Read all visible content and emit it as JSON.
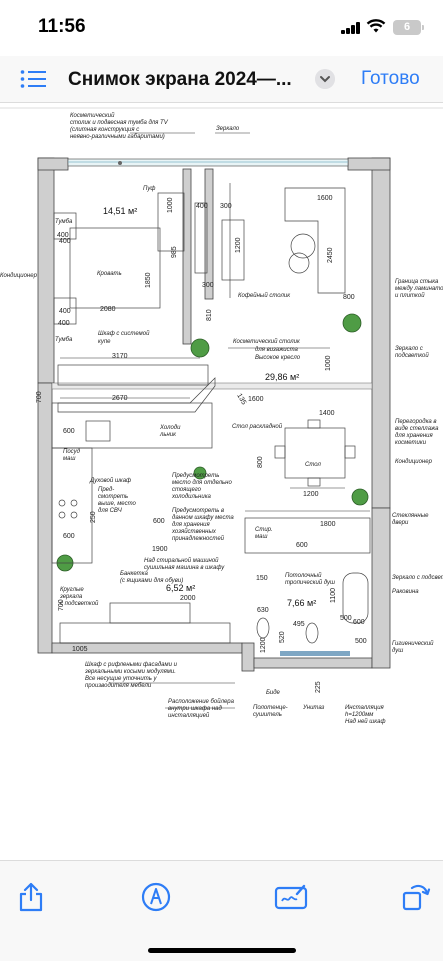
{
  "status": {
    "time": "11:56",
    "battery": "6"
  },
  "nav": {
    "title": "Снимок экрана 2024—...",
    "done": "Готово"
  },
  "plan": {
    "labels": [
      "Косметический столик и подвесная тумба для TV (слитная конструкция с неявно-различными габаритами)",
      "Зеркало",
      "Пуф",
      "Тумба",
      "Тумба",
      "Кровать",
      "14,51 м²",
      "Кофейный столик",
      "Шкаф с системой купе",
      "Косметический столик для визажиста",
      "Высокое кресло",
      "29,86 м²",
      "Стол раскладной",
      "Стол",
      "Холодильник",
      "Посуд маш",
      "Духовой шкаф",
      "Предусмотреть место для СВЧ",
      "Предусмотреть место для отдельно стоящего холодильника",
      "Предусмотреть в данном шкафу места для хранения хозяйственных принадлежностей",
      "Над стиральной машиной сушильная машина в шкафу",
      "Стир. маш",
      "Банкетка (с ящиками для обуви)",
      "6,52 м²",
      "Круглые зеркала с подсветкой",
      "Потолочный тропический душ",
      "7,66 м²",
      "Стеклянные двери",
      "Зеркало с подсветкой",
      "Раковина",
      "Гигиенический душ",
      "Шкаф с рифлеными фасадами и зеркальными косыми модулями. Все несущие уточнить у производителя мебели",
      "Расположение бойлера внутри шкафа над инсталляцией",
      "Биде",
      "Полотенцесушитель",
      "Унитаз",
      "Инсталляция h=1200мм",
      "Над ней шкаф",
      "Граница стыка между ламинатом и плиткой",
      "Зеркало с подсветкой",
      "Перегородка в виде стеллажа для хранения косметики",
      "Кондиционер",
      "Кондиционер"
    ],
    "dims": [
      "400",
      "300",
      "1600",
      "1000",
      "985",
      "1200",
      "2450",
      "1850",
      "2080",
      "800",
      "400",
      "400",
      "810",
      "3170",
      "2670",
      "135",
      "1600",
      "1000",
      "1400",
      "600",
      "800",
      "1200",
      "1800",
      "600",
      "500",
      "150",
      "1100",
      "630",
      "495",
      "520",
      "1005",
      "1900",
      "2000",
      "600",
      "700",
      "600",
      "225",
      "500",
      "1200",
      "600",
      "250",
      "400",
      "400",
      "700",
      "300"
    ]
  },
  "toolbar": {
    "share": "share-icon",
    "markup": "markup-pen-icon",
    "signature": "signature-icon",
    "rotate": "rotate-icon"
  }
}
